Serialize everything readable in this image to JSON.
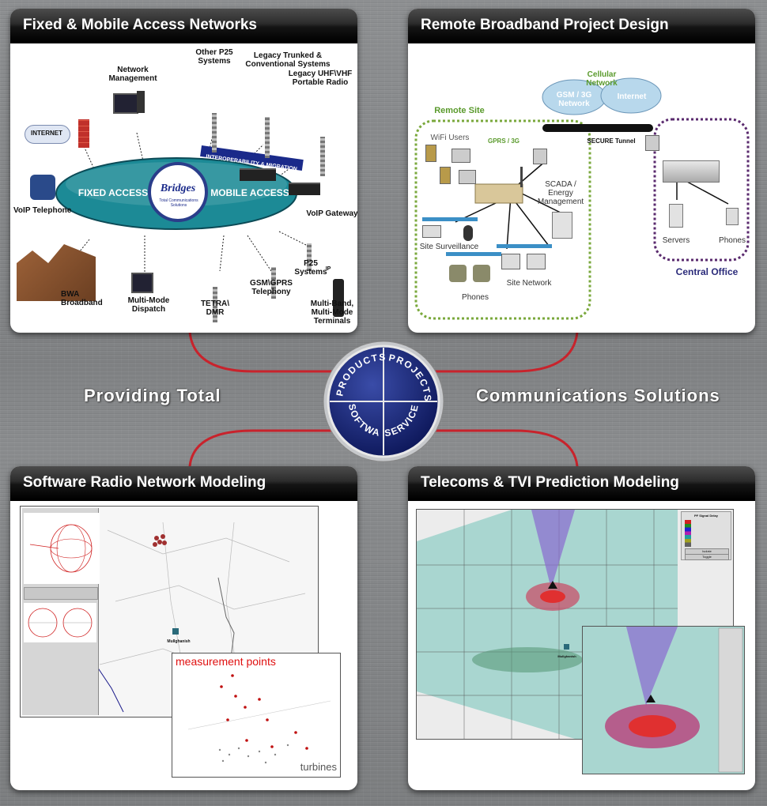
{
  "panels": {
    "fixed_mobile": {
      "title": "Fixed & Mobile Access Networks",
      "fixed_access": "FIXED ACCESS",
      "mobile_access": "MOBILE ACCESS",
      "brand": "Bridges",
      "brand_tagline": "Total Communications Solutions",
      "banner": "INTEROPERABILITY & MIGRATION",
      "internet": "INTERNET",
      "labels": {
        "network_management": "Network\nManagement",
        "other_p25": "Other P25\nSystems",
        "legacy_trunked": "Legacy Trunked &\nConventional Systems",
        "legacy_uhf": "Legacy UHF\\VHF\nPortable Radio",
        "voip_telephone": "VoIP Telephone",
        "voip_gateway": "VoIP Gateway",
        "bwa_broadband": "BWA\nBroadband",
        "multi_mode_dispatch": "Multi-Mode\nDispatch",
        "tetra_dmr": "TETRA\\\nDMR",
        "gsm_gprs": "GSM\\GPRS\nTelephony",
        "p25_systems": "P25\nSystems",
        "p25_ip": "IP",
        "multi_band": "Multi-Band,\nMulti-Mode\nTerminals"
      }
    },
    "remote_broadband": {
      "title": "Remote Broadband Project Design",
      "labels": {
        "cellular_network": "Cellular\nNetwork",
        "gsm_3g_network": "GSM / 3G\nNetwork",
        "internet": "Internet",
        "remote_site": "Remote Site",
        "wifi_users": "WiFi Users",
        "gprs_3g": "GPRS / 3G",
        "secure_tunnel": "SECURE Tunnel",
        "scada": "SCADA /\nEnergy\nManagement",
        "site_surveillance": "Site Surveillance",
        "phones_remote": "Phones",
        "site_network": "Site Network",
        "servers": "Servers",
        "phones_office": "Phones",
        "central_office": "Central Office"
      }
    },
    "software_radio": {
      "title": "Software Radio Network Modeling",
      "inset_title": "measurement points",
      "inset_footer": "turbines",
      "town": "Mullghanish"
    },
    "telecoms_tvi": {
      "title": "Telecoms & TVI Prediction Modeling",
      "town": "Mullghanish",
      "legend_header": "PF Signal Delay",
      "legend_button1": "Isolate",
      "legend_button2": "Toggle"
    }
  },
  "center": {
    "quadrants": [
      "PRODUCTS",
      "PROJECTS",
      "SOFTWARE",
      "SERVICES"
    ],
    "tagline_left": "Providing Total",
    "tagline_right": "Communications Solutions"
  },
  "colors": {
    "ellipse": "#1c8a96",
    "circle_navy": "#14226e",
    "connector_red": "#c8232c",
    "remote_site_border": "#7aa83c",
    "central_office_border": "#5a2a6e"
  }
}
